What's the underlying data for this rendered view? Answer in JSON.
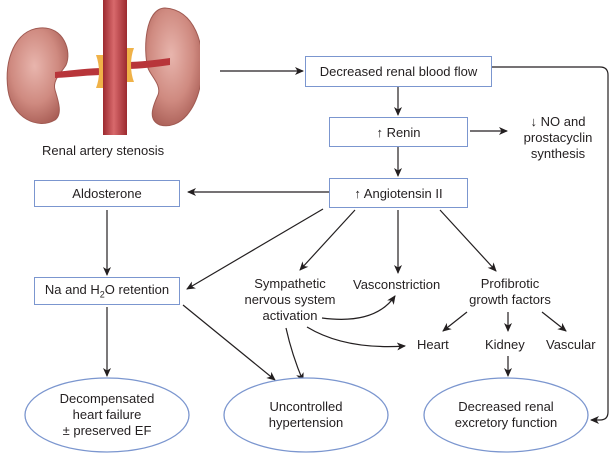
{
  "illustration": {
    "caption": "Renal artery stenosis",
    "colors": {
      "kidney": "#c98078",
      "artery": "#b8353a",
      "stenosis": "#f0b248"
    }
  },
  "nodes": {
    "decreased_renal_blood_flow": "Decreased renal blood flow",
    "renin": "↑ Renin",
    "no_prostacyclin": [
      "↓ NO and",
      "prostacyclin",
      "synthesis"
    ],
    "angiotensin": "↑ Angiotensin II",
    "aldosterone": "Aldosterone",
    "na_h2o_prefix": "Na and H",
    "na_h2o_sub": "2",
    "na_h2o_suffix": "O retention",
    "sympathetic": [
      "Sympathetic",
      "nervous system",
      "activation"
    ],
    "vasoconstriction": "Vasconstriction",
    "profibrotic": [
      "Profibrotic",
      "growth factors"
    ],
    "heart": "Heart",
    "kidney": "Kidney",
    "vascular": "Vascular"
  },
  "outcomes": {
    "heart_failure": [
      "Decompensated",
      "heart failure",
      "± preserved EF"
    ],
    "hypertension": [
      "Uncontrolled",
      "hypertension"
    ],
    "renal_function": [
      "Decreased renal",
      "excretory function"
    ]
  },
  "colors": {
    "box_border": "#7b96cf",
    "arrow": "#231f20",
    "text": "#231f20"
  }
}
